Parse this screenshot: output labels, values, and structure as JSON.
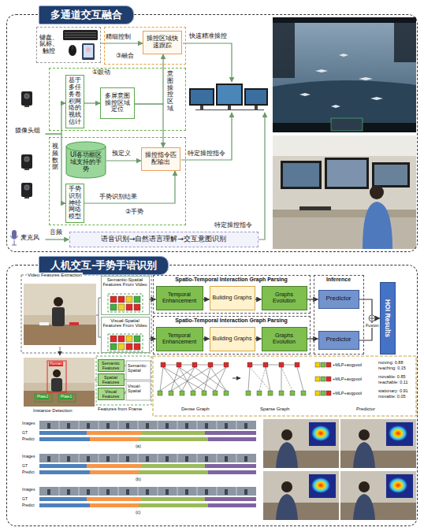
{
  "diagram": {
    "nodes": [
      {
        "text": [
          "多通道交互融合"
        ]
      },
      {
        "text": [
          "键盘、鼠标、触控"
        ],
        "in": 0
      },
      {
        "text": [
          "③融合"
        ],
        "in": 0
      },
      {
        "text": [
          "操控区域快速跟踪"
        ],
        "in": 2
      },
      {
        "text": [
          "摄像头组"
        ],
        "in": 0
      },
      {
        "text": [
          "①眼动"
        ],
        "in": 0
      },
      {
        "text": [
          "基于多任务卷积网络的视线估计"
        ],
        "in": 5
      },
      {
        "text": [
          "多屏意图操控区域定位"
        ],
        "in": 5
      },
      {
        "text": [
          "②手势"
        ],
        "in": 0
      },
      {
        "text": [
          "UI各功能区域支持的手势"
        ],
        "in": 8
      },
      {
        "text": [
          "操控指令匹配输出"
        ],
        "in": 8
      },
      {
        "text": [
          "手势识别神经网络模型"
        ],
        "in": 8
      },
      {
        "text": [
          "麦克风"
        ],
        "in": 0
      },
      {
        "text": [
          "语音识别→自然语言理解→交互意图识别"
        ],
        "in": 0
      },
      {
        "text": [
          "人机交互-手势手语识别"
        ]
      },
      {
        "text": [
          "Semantic-Spatial Features From Video"
        ],
        "in": 14
      },
      {
        "text": [
          "Visual-Spatial Features From Video"
        ],
        "in": 14
      },
      {
        "text": [
          "Spatio-Temporal Interaction Graph Parsing"
        ],
        "in": 14
      },
      {
        "text": [
          "Temporal Enhancement"
        ],
        "in": 17
      },
      {
        "text": [
          "Building Graphs"
        ],
        "in": 17
      },
      {
        "text": [
          "Graphs Evolution"
        ],
        "in": 17
      },
      {
        "text": [
          "Spatio-Temporal Interaction Graph Parsing"
        ],
        "in": 14
      },
      {
        "text": [
          "Temporal Enhancement"
        ],
        "in": 21
      },
      {
        "text": [
          "Building Graphs"
        ],
        "in": 21
      },
      {
        "text": [
          "Graphs Evolution"
        ],
        "in": 21
      },
      {
        "text": [
          "Inference"
        ],
        "in": 14
      },
      {
        "text": [
          "Predictor"
        ],
        "in": 25
      },
      {
        "text": [
          "Predictor"
        ],
        "in": 25
      },
      {
        "text": [
          "HOI Results"
        ],
        "in": 14
      },
      {
        "text": [
          "Semantic Features"
        ],
        "in": 14
      },
      {
        "text": [
          "Spatial Features"
        ],
        "in": 14
      },
      {
        "text": [
          "Visual Features"
        ],
        "in": 14
      }
    ],
    "edges": [
      {
        "from": 1,
        "to": 3,
        "label": "精细控制",
        "arrow": "to"
      },
      {
        "from": 4,
        "to": 6,
        "arrow": "to"
      },
      {
        "from": 4,
        "to": 11,
        "arrow": "to"
      },
      {
        "from": 6,
        "to": 7,
        "arrow": "to"
      },
      {
        "from": 7,
        "to": 3,
        "arrow": "to"
      },
      {
        "from": 7,
        "to": 10,
        "arrow": "to"
      },
      {
        "from": 9,
        "to": 10,
        "label": "预定义",
        "arrow": "to"
      },
      {
        "from": 11,
        "to": 10,
        "label": "手势识别结果",
        "arrow": "to"
      },
      {
        "from": 12,
        "to": 13,
        "label": "音频",
        "arrow": "to"
      },
      {
        "from": 15,
        "to": 18,
        "arrow": "to"
      },
      {
        "from": 18,
        "to": 19,
        "arrow": "to"
      },
      {
        "from": 19,
        "to": 20,
        "arrow": "to"
      },
      {
        "from": 20,
        "to": 26,
        "arrow": "to"
      },
      {
        "from": 16,
        "to": 22,
        "arrow": "to"
      },
      {
        "from": 22,
        "to": 23,
        "arrow": "to"
      },
      {
        "from": 23,
        "to": 24,
        "arrow": "to"
      },
      {
        "from": 24,
        "to": 27,
        "arrow": "to"
      },
      {
        "from": 26,
        "to": 28,
        "arrow": "to"
      },
      {
        "from": 27,
        "to": 28,
        "arrow": "to"
      }
    ],
    "labels": [
      "快速精准操控",
      "特定操控指令",
      "特定操控指令",
      "视频数据",
      "意图操控区域",
      "Video Features Extraction",
      "Fusion",
      "Human",
      "Plate1",
      "Plate2",
      "Instance Detection",
      "Semantic-Spatial",
      "Visual-Spatial",
      "Features from Frame",
      "Dense Graph",
      "Sparse Graph",
      "+MLP+avgpool",
      "moving: 0.88",
      "reaching: 0.15",
      "+MLP+avgpool",
      "movable: 0.85",
      "reachable: 0.11",
      "+MLP+avgpool",
      "stationary: 0.91",
      "movable: 0.05",
      "Predictor",
      "Images",
      "GT",
      "Predict",
      "(a)",
      "Images",
      "GT",
      "Predict",
      "(b)",
      "Images",
      "GT",
      "Predict",
      "(c)"
    ]
  }
}
